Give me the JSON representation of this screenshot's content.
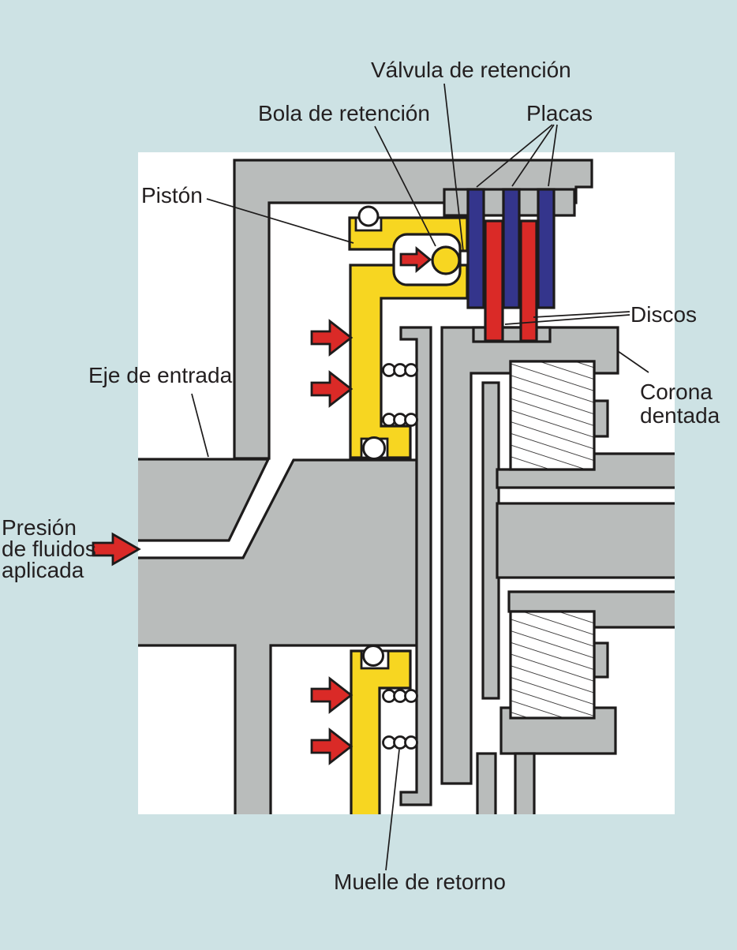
{
  "labels": {
    "valve": "Válvula de retención",
    "ball": "Bola de retención",
    "plates": "Placas",
    "piston": "Pistón",
    "input_shaft": "Eje de entrada",
    "pressure_line1": "Presión",
    "pressure_line2": "de fluidos",
    "pressure_line3": "aplicada",
    "discs": "Discos",
    "ring_gear_line1": "Corona",
    "ring_gear_line2": "dentada",
    "return_spring": "Muelle de retorno"
  },
  "icons": {
    "fluid_flow": "right-arrow"
  },
  "colors": {
    "bg": "#cde2e4",
    "panel": "#ffffff",
    "metal": "#b9bcbb",
    "piston": "#f7d621",
    "flow": "#da2a27",
    "plate": "#34358c",
    "line": "#1d1b1b",
    "text": "#231f20"
  }
}
